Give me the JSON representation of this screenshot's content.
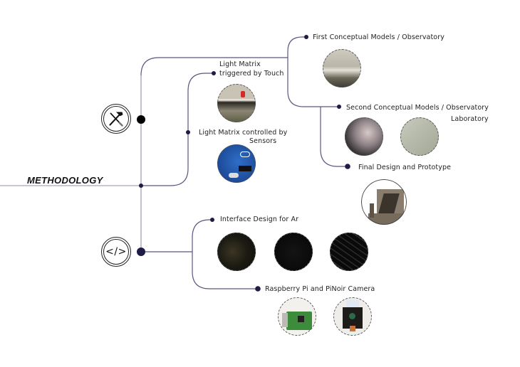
{
  "title": "METHODOLOGY",
  "colors": {
    "line": "#5a5680",
    "line_gray": "#a8a6bb",
    "node": "#1e1b44",
    "node_black": "#000000"
  },
  "branches": {
    "hardware": {
      "icon": "hammer-wrench-icon",
      "items": [
        {
          "label": "First Conceptual Models / Observatory",
          "photos": [
            "observatory-model-photo"
          ]
        },
        {
          "label_lines": [
            "Light Matrix",
            "triggered by Touch"
          ],
          "photos": [
            "touch-led-photo"
          ]
        },
        {
          "label_lines": [
            "Light Matrix controlled by",
            "Sensors"
          ],
          "photos": [
            "arduino-board-photo"
          ]
        },
        {
          "label_lines": [
            "Second Conceptual Models / Observatory",
            "Laboratory"
          ],
          "photos": [
            "laboratory-model-photo-1",
            "laboratory-model-photo-2"
          ]
        },
        {
          "label": "Final Design and Prototype",
          "photos": [
            "final-prototype-photo"
          ]
        }
      ]
    },
    "software": {
      "icon": "code-icon",
      "icon_glyph": "</>",
      "items": [
        {
          "label": "Interface Design for Ar",
          "photos": [
            "ar-interface-photo-1",
            "ar-interface-photo-2",
            "ar-interface-photo-3"
          ]
        },
        {
          "label": "Raspberry Pi and PiNoir Camera",
          "photos": [
            "raspberry-pi-photo",
            "pinoir-camera-photo"
          ]
        }
      ]
    }
  }
}
